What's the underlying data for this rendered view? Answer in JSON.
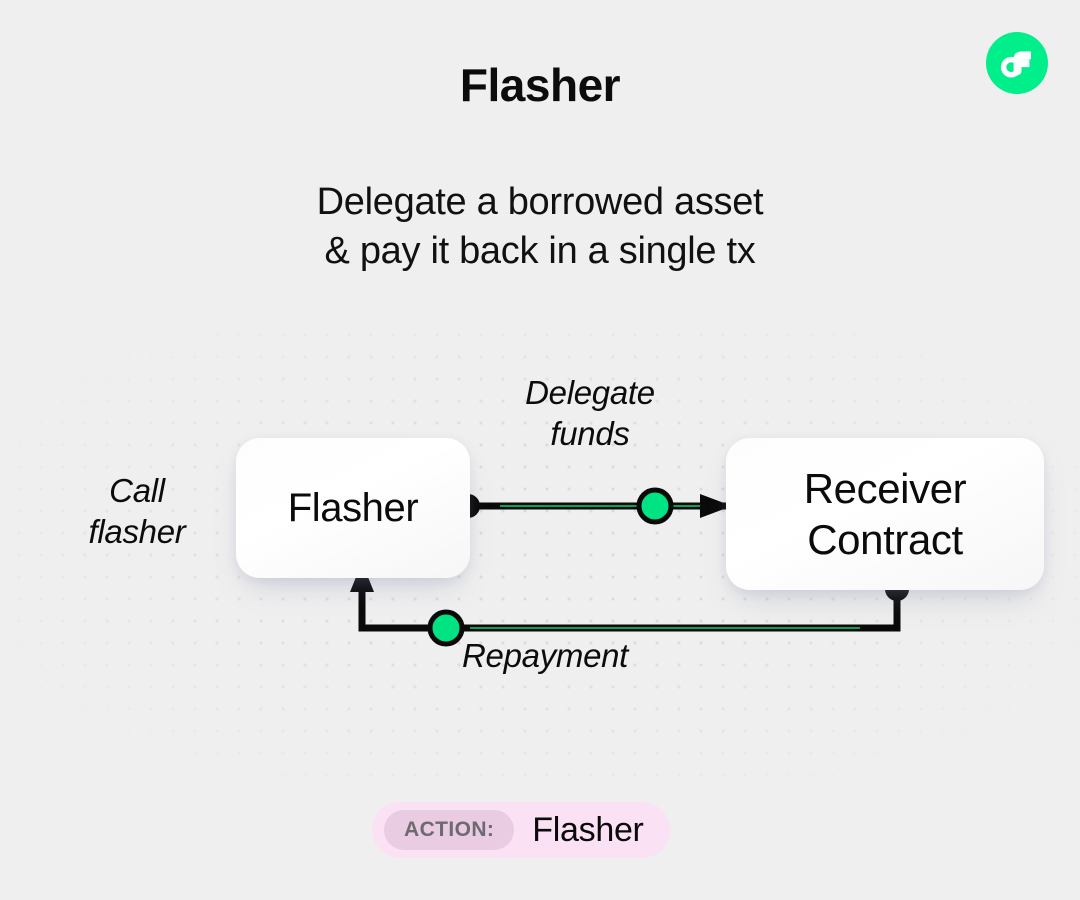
{
  "header": {
    "title": "Flasher",
    "subtitle": "Delegate a borrowed asset\n& pay it back in a single tx",
    "logo_icon": "flow-logo-icon"
  },
  "diagram": {
    "nodes": [
      {
        "id": "flasher",
        "label": "Flasher"
      },
      {
        "id": "receiver",
        "label": "Receiver\nContract"
      }
    ],
    "labels": [
      {
        "id": "call-flasher",
        "text": "Call\nflasher"
      },
      {
        "id": "delegate-funds",
        "text": "Delegate\nfunds"
      },
      {
        "id": "repayment",
        "text": "Repayment"
      }
    ],
    "edges": [
      {
        "id": "delegate-funds-edge",
        "from": "flasher",
        "to": "receiver",
        "label": "Delegate funds",
        "has_node_marker": true
      },
      {
        "id": "repayment-edge",
        "from": "receiver",
        "to": "flasher",
        "label": "Repayment",
        "has_node_marker": true
      }
    ]
  },
  "action_badge": {
    "key": "ACTION:",
    "value": "Flasher"
  },
  "colors": {
    "background": "#efefef",
    "accent_green": "#00ef8b",
    "node_green": "#00e383",
    "edge_black": "#0a0a0a",
    "badge_pink": "#fae1f3",
    "badge_key_pink": "#e9cbe2",
    "badge_key_text": "#6d6a72",
    "dot_grid": "#dcdcdc",
    "text_primary": "#0c0c0c"
  }
}
